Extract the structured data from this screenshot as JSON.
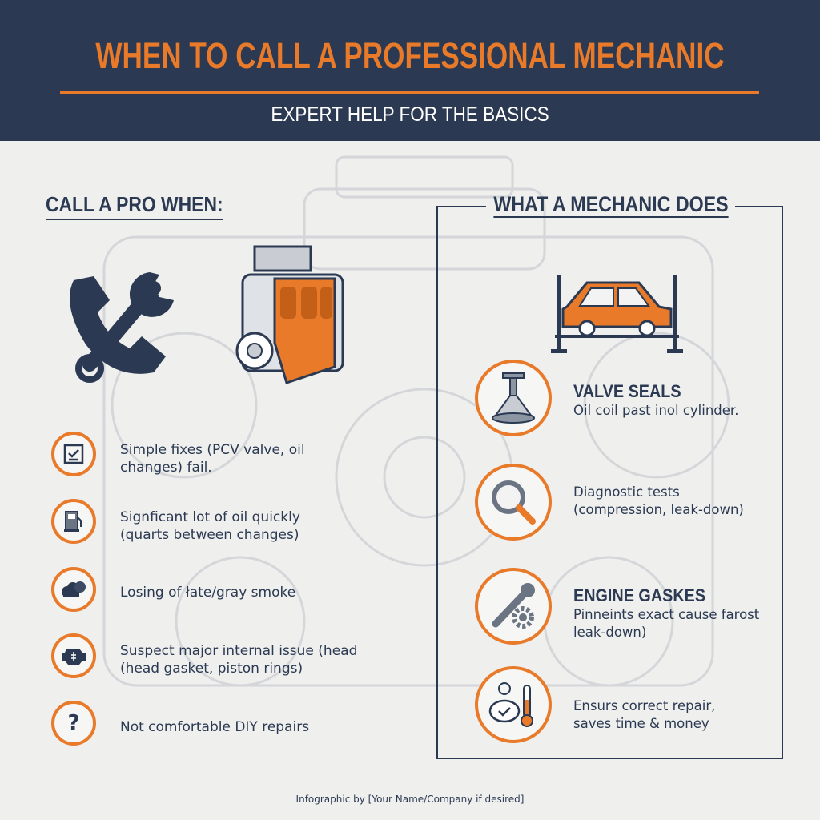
{
  "header": {
    "title": "WHEN TO CALL A PROFESSIONAL MECHANIC",
    "subtitle": "EXPERT HELP FOR THE BASICS"
  },
  "colors": {
    "navy": "#2b3a52",
    "orange": "#e87a2a",
    "background": "#efefee"
  },
  "left": {
    "heading": "CALL A PRO WHEN:",
    "items": [
      {
        "icon": "checklist-icon",
        "line1": "Simple fixes (PCV valve, oil",
        "line2": "changes) fail."
      },
      {
        "icon": "fuel-pump-icon",
        "line1": "Signficant lot of oil quickly",
        "line2": "(quarts between changes)"
      },
      {
        "icon": "smoke-cloud-icon",
        "line1": "Losing of łate/gray smoke",
        "line2": ""
      },
      {
        "icon": "engine-warning-icon",
        "line1": "Suspect major internal issue (head",
        "line2": "(head gasket, piston rings)"
      },
      {
        "icon": "question-icon",
        "line1": "Not comfortable DIY repairs",
        "line2": ""
      }
    ]
  },
  "right": {
    "heading": "WHAT A MECHANIC DOES",
    "items": [
      {
        "icon": "valve-icon",
        "title": "VALVE SEALS",
        "line1": "Oil coil past inol cylinder.",
        "line2": ""
      },
      {
        "icon": "magnifier-icon",
        "title": "",
        "line1": "Diagnostic tests",
        "line2": "(compression, leak-down)"
      },
      {
        "icon": "wrench-gear-icon",
        "title": "ENGINE GASKES",
        "line1": "Pinneints exact cause farost",
        "line2": "leak-down)"
      },
      {
        "icon": "piggy-bank-thermometer-icon",
        "title": "",
        "line1": "Ensurs correct repair,",
        "line2": "saves time & money"
      }
    ]
  },
  "footer": "Infographic by [Your Name/Company if desired]"
}
